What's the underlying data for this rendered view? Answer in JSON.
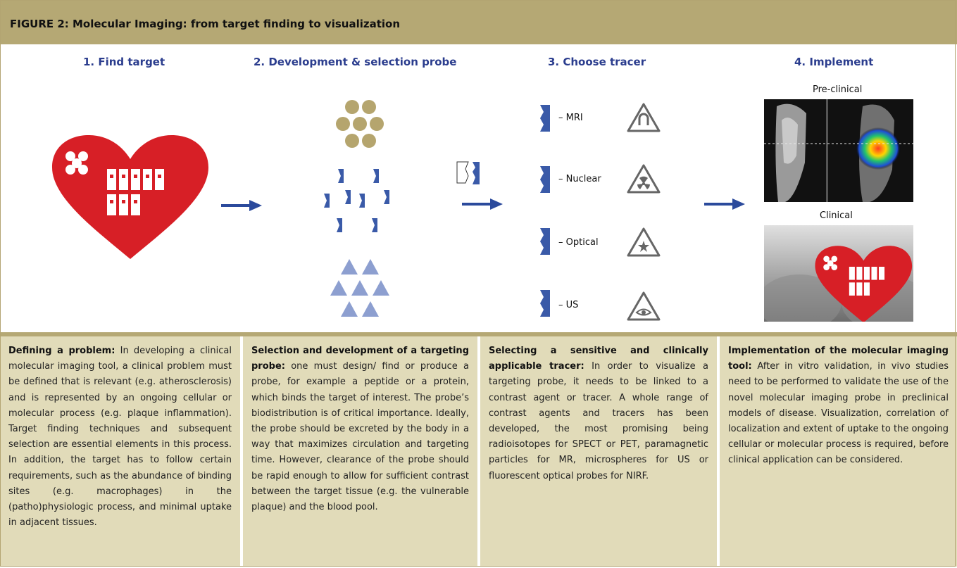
{
  "figure": {
    "title": "FIGURE 2: Molecular Imaging: from target finding to visualization"
  },
  "steps": [
    {
      "title": "1. Find target"
    },
    {
      "title": "2. Development & selection probe"
    },
    {
      "title": "3. Choose tracer"
    },
    {
      "title": "4. Implement"
    }
  ],
  "tracers": [
    {
      "label": "– MRI",
      "icon": "magnet-warning-icon"
    },
    {
      "label": "– Nuclear",
      "icon": "radiation-warning-icon"
    },
    {
      "label": "– Optical",
      "icon": "star-warning-icon"
    },
    {
      "label": "– US",
      "icon": "eye-warning-icon"
    }
  ],
  "implement": {
    "preclinical_label": "Pre-clinical",
    "clinical_label": "Clinical"
  },
  "colors": {
    "header": "#b5a874",
    "panel": "#e1dbb9",
    "heart": "#d71f26",
    "blue": "#3a5aa8",
    "tan": "#b5a56e",
    "triangle": "#8d9fd0"
  },
  "panels": [
    {
      "heading": "Defining a problem:",
      "body": " In developing a clinical molecular imaging tool, a clinical problem must be defined that is relevant (e.g. atherosclerosis) and is represented by an ongoing cellular or molecular process (e.g. plaque inflammation). Target finding techniques and subsequent selection are essential elements in this process. In addition, the target has to follow certain requirements, such as the abundance of binding sites (e.g. macrophages) in the (patho)physiologic process, and minimal uptake in adjacent tissues."
    },
    {
      "heading": "Selection and development of a targeting probe:",
      "body": " one must design/ find or produce a probe, for example a peptide or a protein, which binds the target of interest. The probe’s biodistribution is of critical importance. Ideally, the probe should be excreted by the body in a way that maximizes circulation and targeting time. However, clearance of the probe should be rapid enough to allow for sufficient contrast between the target tissue (e.g. the vulnerable plaque) and the blood pool."
    },
    {
      "heading": "Selecting a sensitive and clinically applicable tracer:",
      "body": " In order to visualize a targeting probe, it needs to be linked to a contrast agent or tracer. A whole range of contrast agents and tracers has been developed, the most promising being radioisotopes for SPECT or PET, paramagnetic particles for MR, microspheres for US or fluorescent optical probes for NIRF."
    },
    {
      "heading": "Implementation of the molecular imaging tool:",
      "body": " After in vitro validation, in vivo studies need to be performed to validate the use of the novel molecular imaging probe in preclinical models of disease. Visualization, correlation of localization and extent of uptake to the ongoing cellular or molecular process is required, before clinical application can be considered."
    }
  ]
}
